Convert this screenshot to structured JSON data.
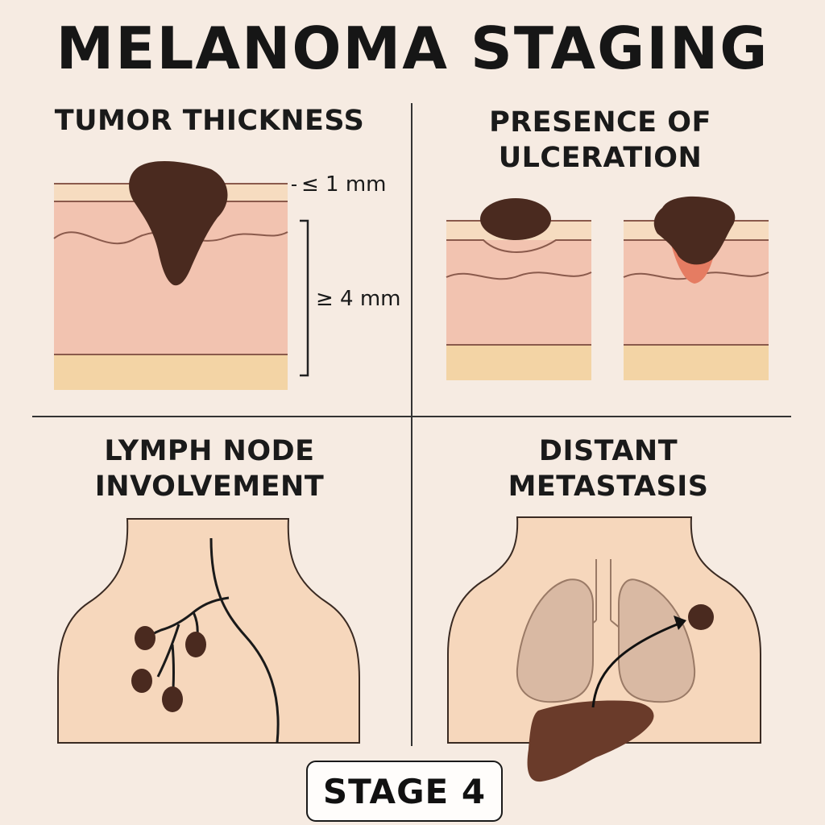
{
  "title": "MELANOMA STAGING",
  "panels": {
    "tumor_thickness": {
      "heading": "TUMOR THICKNESS",
      "label_thin": "≤ 1 mm",
      "label_thick": "≥ 4 mm"
    },
    "ulceration": {
      "heading_line1": "PRESENCE OF",
      "heading_line2": "ULCERATION"
    },
    "lymph_node": {
      "heading_line1": "LYMPH NODE",
      "heading_line2": "INVOLVEMENT"
    },
    "metastasis": {
      "heading_line1": "DISTANT",
      "heading_line2": "METASTASIS"
    }
  },
  "stage_badge": "STAGE 4",
  "colors": {
    "background": "#f6ebe2",
    "epidermis": "#f6dcc0",
    "dermis": "#f2c3b0",
    "subcutis": "#f3d4a5",
    "tumor": "#4a2a1f",
    "ulcer": "#e57c62",
    "skin": "#f6d7bc",
    "lung": "#d9b9a3",
    "liver": "#6a3b2a"
  }
}
